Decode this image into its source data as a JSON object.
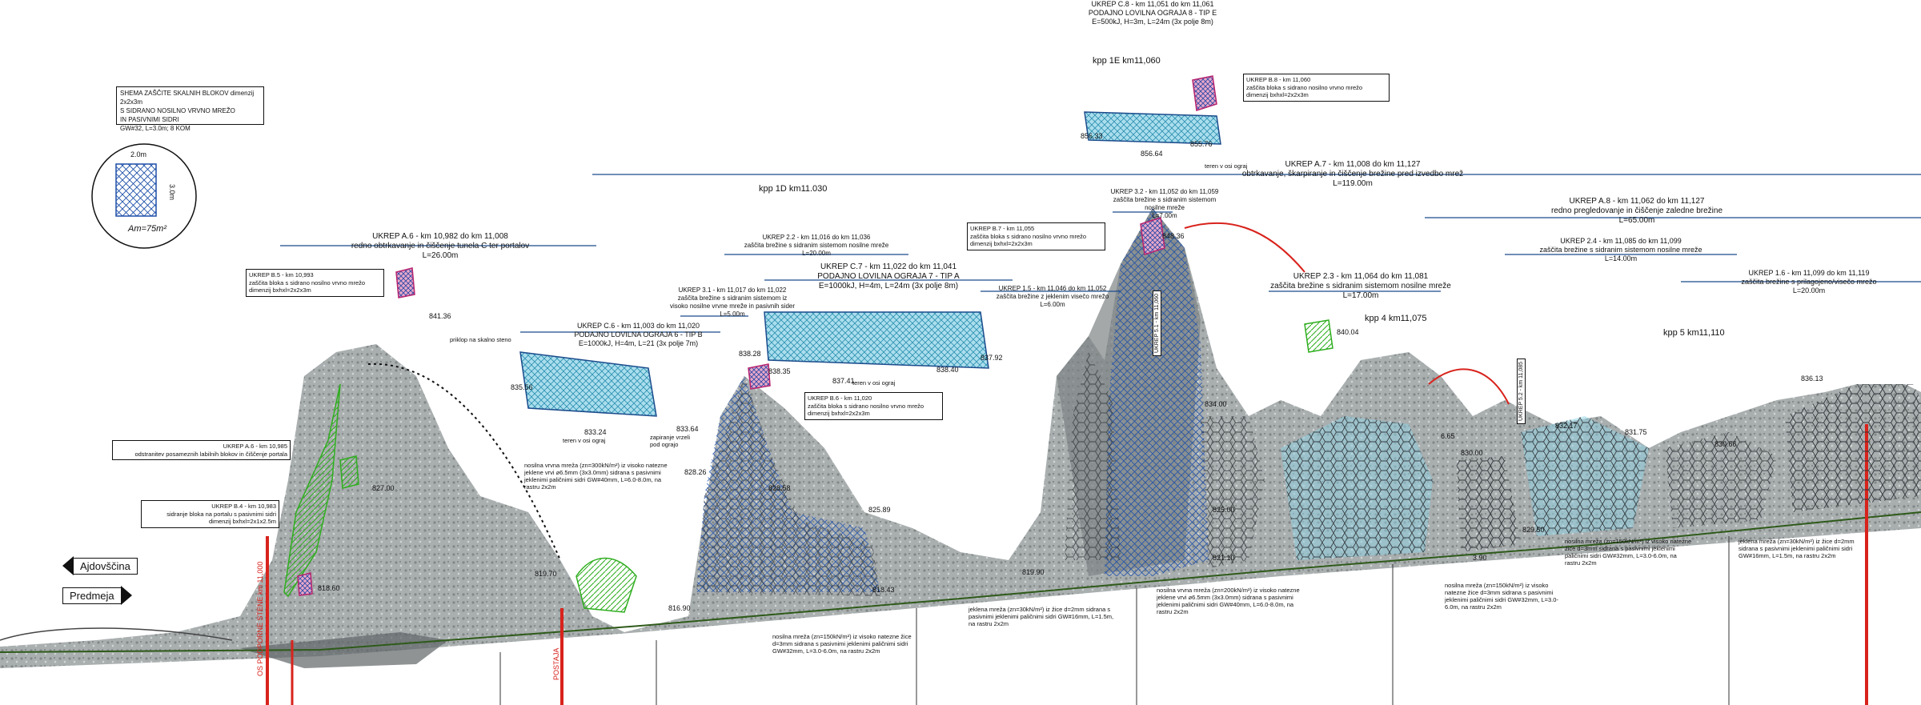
{
  "colors": {
    "rock": "#8f9596",
    "rock_dark": "#5f6566",
    "mesh_blue": "#1d4fa8",
    "mesh_light": "#63bfd8",
    "hex_mesh": "#3a3f44",
    "green_hatch": "#2fae1f",
    "red_axis": "#d8231c",
    "section_line": "#1b4b8c",
    "block_magenta": "#b8236e"
  },
  "legend_box": {
    "lines": [
      "SHEMA ZAŠČITE SKALNIH BLOKOV dimenzij 2x2x3m",
      "S SIDRANO NOSILNO VRVNO MREŽO",
      "IN PASIVNIMI SIDRI",
      "GW#32, L=3.0m; 8 KOM"
    ],
    "dim_top": "2.0m",
    "dim_side": "3.0m",
    "area": "Am=75m²"
  },
  "directions": {
    "left": "Ajdovščina",
    "right": "Predmeja"
  },
  "kpp": [
    {
      "label": "kpp 1E km11,060"
    },
    {
      "label": "kpp 1D km11.030"
    },
    {
      "label": "kpp 4 km11,075"
    },
    {
      "label": "kpp 5 km11,110"
    }
  ],
  "headers": [
    {
      "title": "UKREP C.8 - km 11,051 do km 11,061",
      "lines": [
        "PODAJNO LOVILNA OGRAJA 8 - TIP E",
        "E=500kJ, H=3m, L=24m (3x polje 8m)"
      ]
    },
    {
      "title": "UKREP A.7 - km 11,008 do km 11,127",
      "lines": [
        "obtrkavanje, škarpiranje in čiščenje brežine pred izvedbo mrež",
        "L=119.00m"
      ]
    },
    {
      "title": "UKREP A.8 - km 11,062 do km 11,127",
      "lines": [
        "redno pregledovanje in čiščenje zaledne brežine",
        "L=65.00m"
      ]
    },
    {
      "title": "UKREP 2.4 - km 11,085 do km 11,099",
      "lines": [
        "zaščita brežine s sidranim sistemom nosilne mreže",
        "L=14.00m"
      ]
    },
    {
      "title": "UKREP 1.6 - km 11,099 do km 11,119",
      "lines": [
        "zaščita brežine s prilagojeno/visečo mrežo",
        "L=20.00m"
      ]
    },
    {
      "title": "UKREP A.6 - km 10,982 do km 11,008",
      "lines": [
        "redno obtrkavanje in čiščenje tunela C ter portalov",
        "L=26.00m"
      ]
    },
    {
      "title": "UKREP 2.2 - km 11,016 do km 11,036",
      "lines": [
        "zaščita brežine s sidranim sistemom nosilne mreže",
        "L=20.00m"
      ]
    },
    {
      "title": "UKREP C.7 - km 11,022 do km 11,041",
      "lines": [
        "PODAJNO LOVILNA OGRAJA 7 - TIP A",
        "E=1000kJ, H=4m, L=24m (3x polje 8m)"
      ]
    },
    {
      "title": "UKREP 3.2 - km 11,052 do km 11,059",
      "lines": [
        "zaščita brežine s sidranim sistemom",
        "nosilne mreže",
        "L=7.00m"
      ]
    },
    {
      "title": "UKREP 1.5 - km 11,046 do km 11,052",
      "lines": [
        "zaščita brežine z jeklenim visečo mrežo",
        "L=6.00m"
      ]
    },
    {
      "title": "UKREP 2.3 - km 11,064 do km 11,081",
      "lines": [
        "zaščita brežine s sidranim sistemom nosilne mreže",
        "L=17.00m"
      ]
    },
    {
      "title": "UKREP 3.1 - km 11,017 do km 11,022",
      "lines": [
        "zaščita brežine s sidranim sistemom iz",
        "visoko nosilne vrvne mreže in pasivnih sider",
        "L=5.00m"
      ]
    },
    {
      "title": "UKREP C.6 - km 11,003 do km 11,020",
      "lines": [
        "PODAJNO LOVILNA OGRAJA 6 - TIP B",
        "E=1000kJ, H=4m, L=21 (3x polje 7m)"
      ]
    }
  ],
  "callouts": [
    {
      "lines": [
        "UKREP B.8 - km 11,060",
        "zaščita bloka s sidrano nosilno vrvno mrežo",
        "dimenzij bxhxl=2x2x3m"
      ]
    },
    {
      "lines": [
        "UKREP B.7 - km 11,055",
        "zaščita bloka s sidrano nosilno vrvno mrežo",
        "dimenzij bxhxl=2x2x3m"
      ]
    },
    {
      "lines": [
        "UKREP B.5 - km 10,993",
        "zaščita bloka s sidrano nosilno vrvno mrežo",
        "dimenzij bxhxl=2x2x3m"
      ]
    },
    {
      "lines": [
        "UKREP B.6 - km 11,020",
        "zaščita bloka s sidrano nosilno vrvno mrežo",
        "dimenzij bxhxl=2x2x3m"
      ]
    },
    {
      "lines": [
        "UKREP A.6 - km 10,985",
        "odstranitev posameznih labilnih blokov in čiščenje portala"
      ]
    },
    {
      "lines": [
        "UKREP B.4 - km 10,983",
        "sidranje bloka na portalu s pasivnimi sidri",
        "dimenzij bxhxl=2x1x2.5m"
      ]
    }
  ],
  "vertical_labels": [
    "UKREP 5.1 - km 11,060",
    "UKREP 5.2 - km 11,085",
    "OS PODPORNE STENE km 11,000",
    "POSTAJA"
  ],
  "notes": [
    "priklop na skalno steno",
    "teren v osi ograj",
    "zapiranje vrzeli pod ograjo",
    "teren v osi ograj",
    "teren v osi ograj",
    "nosilna vrvna mreža (zn=300kN/m²) iz visoko natezne jeklene vrvi ⌀6.5mm (3x3.0mm) sidrana s pasivnimi jeklenimi paličnimi sidri GW#40mm, L=6.0-8.0m, na rastru 2x2m",
    "nosilna mreža (zn=150kN/m²) iz visoko natezne žice d=3mm sidrana s pasivnimi jeklenimi paličnimi sidri GW#32mm, L=3.0-6.0m, na rastru 2x2m",
    "jeklena mreža (zn=30kN/m²) iz žice d=2mm sidrana s pasivnimi jeklenimi paličnimi sidri GW#16mm, L=1.5m, na rastru 2x2m",
    "nosilna vrvna mreža (zn=200kN/m²) iz visoko natezne jeklene vrvi ⌀6.5mm (3x3.0mm) sidrana s pasivnimi jeklenimi paličnimi sidri GW#40mm, L=6.0-8.0m, na rastru 2x2m",
    "nosilna mreža (zn=150kN/m²) iz visoko natezne žice d=3mm sidrana s pasivnimi jeklenimi paličnimi sidri GW#32mm, L=3.0-6.0m, na rastru 2x2m",
    "nosilna mreža (zn=150kN/m²) iz visoko natezne žice d=3mm sidrana s pasivnimi jeklenimi paličnimi sidri GW#32mm, L=3.0-6.0m, na rastru 2x2m",
    "jeklena mreža (zn=30kN/m²) iz žice d=2mm sidrana s pasivnimi jeklenimi paličnimi sidri GW#16mm, L=1.5m, na rastru 2x2m"
  ],
  "elevations": [
    "856.33",
    "856.64",
    "855.76",
    "848.36",
    "841.36",
    "840.04",
    "838.28",
    "838.35",
    "838.40",
    "837.41",
    "837.92",
    "836.13",
    "835.56",
    "834.00",
    "833.24",
    "833.64",
    "832.17",
    "831.75",
    "830.66",
    "830.00",
    "829.50",
    "828.26",
    "828.58",
    "827.00",
    "825.89",
    "825.00",
    "821.10",
    "819.70",
    "819.90",
    "818.60",
    "818.43",
    "816.90",
    "6.65",
    "3.90"
  ]
}
